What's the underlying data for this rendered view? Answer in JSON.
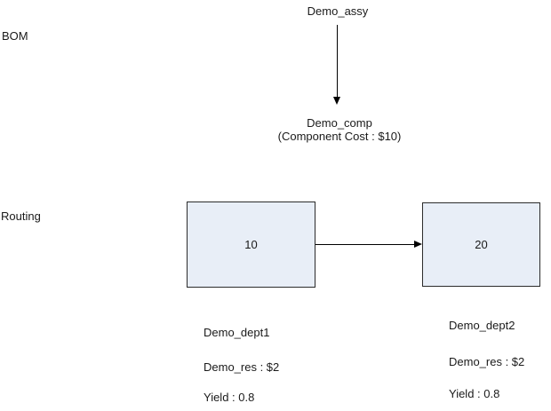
{
  "diagram": {
    "bom": {
      "section_label": "BOM",
      "assembly_name": "Demo_assy",
      "component_name": "Demo_comp",
      "component_cost": "(Component Cost : $10)"
    },
    "routing": {
      "section_label": "Routing",
      "operations": [
        {
          "op_number": "10",
          "department": "Demo_dept1",
          "resource": "Demo_res : $2",
          "yield": "Yield : 0.8"
        },
        {
          "op_number": "20",
          "department": "Demo_dept2",
          "resource": "Demo_res : $2",
          "yield": "Yield : 0.8"
        }
      ]
    },
    "colors": {
      "background": "#ffffff",
      "box_fill": "#e8eef7",
      "box_border": "#2b2b2b",
      "arrow": "#000000",
      "text": "#1a1a1a"
    }
  }
}
